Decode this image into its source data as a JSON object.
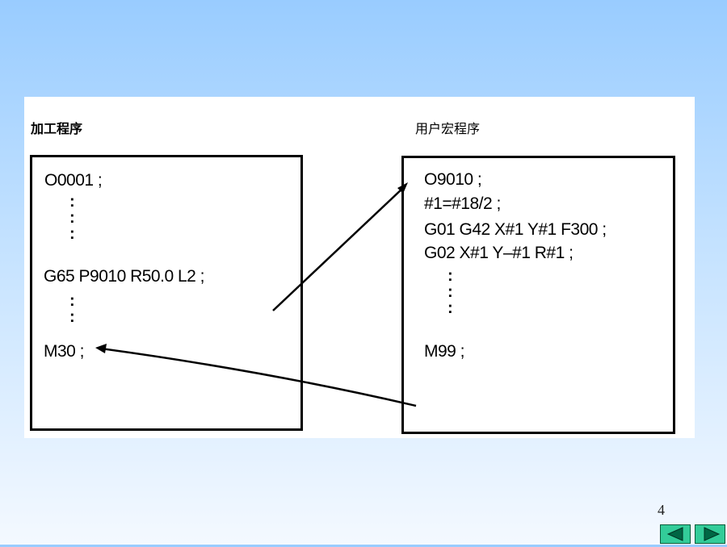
{
  "left_program": {
    "title": "加工程序",
    "lines": [
      "O0001 ;",
      "G65 P9010 R50.0 L2 ;",
      "M30 ;"
    ]
  },
  "right_program": {
    "title": "用户宏程序",
    "lines": [
      "O9010 ;",
      "#1=#18/2 ;",
      "G01 G42 X#1 Y#1 F300 ;",
      "G02 X#1 Y–#1 R#1 ;",
      "M99 ;"
    ]
  },
  "page_number": "4",
  "nav": {
    "prev_icon": "triangle-left-icon",
    "next_icon": "triangle-right-icon"
  },
  "colors": {
    "nav_button": "#33cc99",
    "nav_arrow": "#006644"
  }
}
